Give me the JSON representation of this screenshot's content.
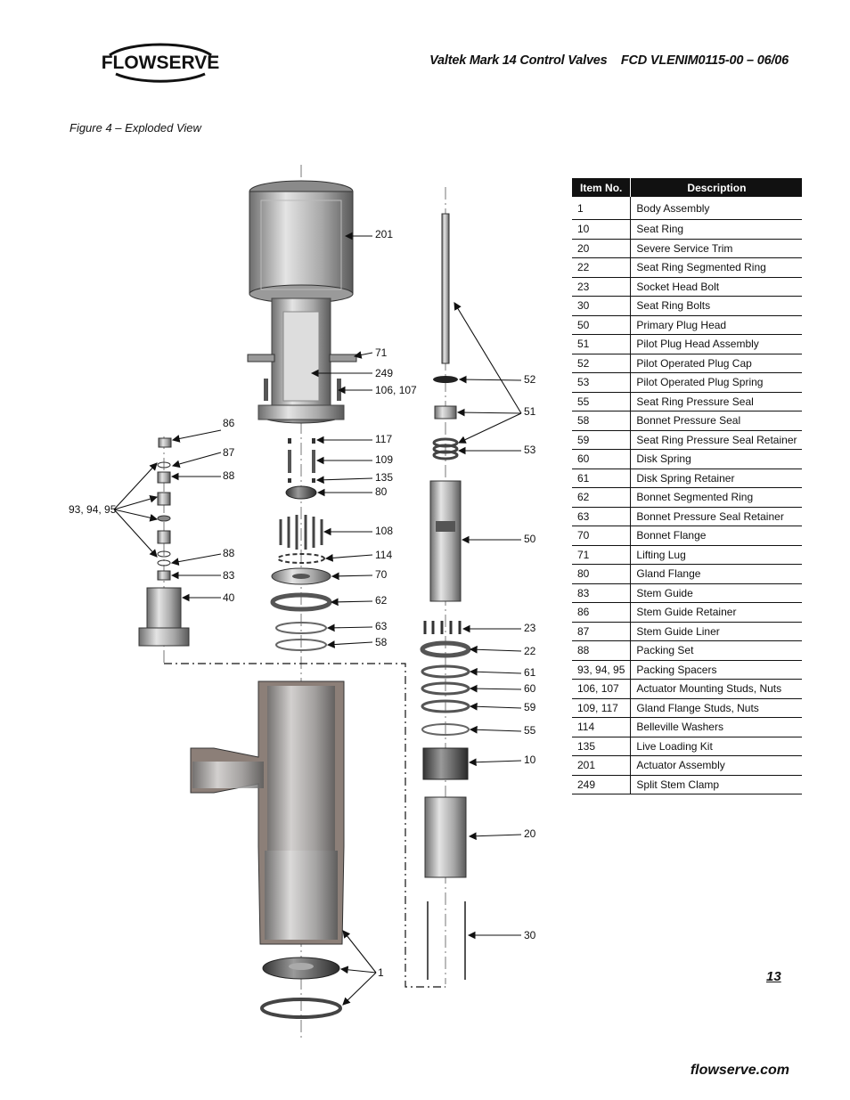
{
  "header": {
    "brand": "FLOWSERVE",
    "title": "Valtek Mark 14 Control Valves    FCD VLENIM0115-00 – 06/06"
  },
  "figure": {
    "caption": "Figure 4 – Exploded View",
    "callouts": [
      "201",
      "71",
      "249",
      "106, 107",
      "86",
      "87",
      "88",
      "93, 94, 95",
      "88",
      "83",
      "40",
      "117",
      "109",
      "135",
      "80",
      "108",
      "114",
      "70",
      "62",
      "63",
      "58",
      "52",
      "51",
      "53",
      "50",
      "23",
      "22",
      "61",
      "60",
      "59",
      "55",
      "10",
      "20",
      "30",
      "1"
    ]
  },
  "table": {
    "headers": [
      "Item No.",
      "Description"
    ],
    "rows": [
      [
        "1",
        "Body Assembly"
      ],
      [
        "10",
        "Seat Ring"
      ],
      [
        "20",
        "Severe Service Trim"
      ],
      [
        "22",
        "Seat Ring Segmented Ring"
      ],
      [
        "23",
        "Socket Head Bolt"
      ],
      [
        "30",
        "Seat Ring Bolts"
      ],
      [
        "50",
        "Primary Plug Head"
      ],
      [
        "51",
        "Pilot Plug Head Assembly"
      ],
      [
        "52",
        "Pilot Operated Plug Cap"
      ],
      [
        "53",
        "Pilot Operated Plug Spring"
      ],
      [
        "55",
        "Seat Ring Pressure Seal"
      ],
      [
        "58",
        "Bonnet Pressure Seal"
      ],
      [
        "59",
        "Seat Ring Pressure Seal Retainer"
      ],
      [
        "60",
        "Disk Spring"
      ],
      [
        "61",
        "Disk Spring Retainer"
      ],
      [
        "62",
        "Bonnet Segmented Ring"
      ],
      [
        "63",
        "Bonnet Pressure Seal Retainer"
      ],
      [
        "70",
        "Bonnet Flange"
      ],
      [
        "71",
        "Lifting Lug"
      ],
      [
        "80",
        "Gland Flange"
      ],
      [
        "83",
        "Stem Guide"
      ],
      [
        "86",
        "Stem Guide Retainer"
      ],
      [
        "87",
        "Stem Guide Liner"
      ],
      [
        "88",
        "Packing Set"
      ],
      [
        "93, 94, 95",
        "Packing Spacers"
      ],
      [
        "106, 107",
        "Actuator Mounting Studs, Nuts"
      ],
      [
        "109, 117",
        "Gland Flange Studs, Nuts"
      ],
      [
        "114",
        "Belleville Washers"
      ],
      [
        "135",
        "Live Loading Kit"
      ],
      [
        "201",
        "Actuator Assembly"
      ],
      [
        "249",
        "Split Stem Clamp"
      ]
    ]
  },
  "page_number": "13",
  "footer": {
    "url": "flowserve.com"
  }
}
